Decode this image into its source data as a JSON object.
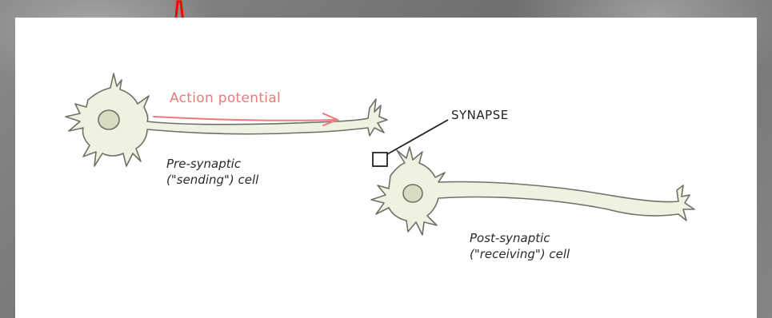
{
  "diagram": {
    "action_potential_label": "Action potential",
    "synapse_label": "SYNAPSE",
    "pre_cell_line1": "Pre-synaptic",
    "pre_cell_line2": "(\"sending\") cell",
    "post_cell_line1": "Post-synaptic",
    "post_cell_line2": "(\"receiving\") cell",
    "colors": {
      "cell_fill": "#eff1e1",
      "cell_outline": "#6f7168",
      "nucleus": "#d8dcc0",
      "arrow": "#e97b78",
      "spike": "#ff0000"
    }
  }
}
